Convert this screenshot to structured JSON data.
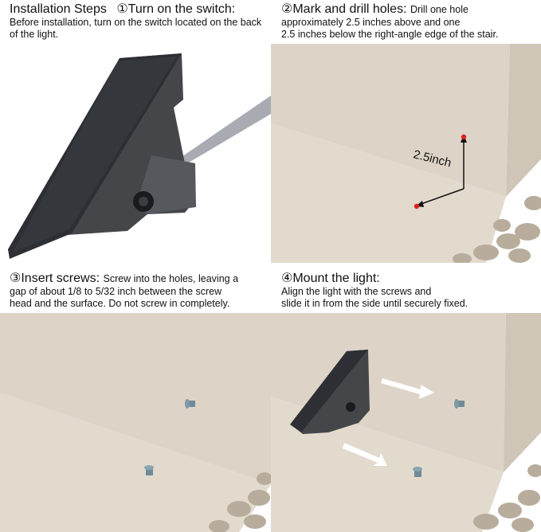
{
  "header": {
    "title": "Installation Steps",
    "step1_title": "①Turn on the switch:",
    "step1_text": "Before installation, turn on the switch located on the back of the light."
  },
  "steps": [
    {
      "title": "②Mark and drill holes:",
      "text_line1": "Drill one hole",
      "text_line2": "approximately 2.5 inches above and one",
      "text_line3": "2.5 inches below the right-angle edge of the stair."
    },
    {
      "title": "③Insert screws:",
      "text_line1": "Screw into the holes, leaving a",
      "text_line2": "gap of about 1/8 to 5/32 inch between the screw",
      "text_line3": "head and the surface. Do not screw in completely."
    },
    {
      "title": "④Mount the light:",
      "text_line1": "Align the light with the screws and",
      "text_line2": "slide it in from the side until securely fixed."
    }
  ],
  "measurement_label": "2.5inch",
  "colors": {
    "stone": "#ddd5c8",
    "stone_dark": "#c9c1b4",
    "light_body": "#4a4c50",
    "solar_panel": "#2c2e33",
    "arrow_gray": "#a8acb2",
    "marker_red": "#e02020"
  }
}
